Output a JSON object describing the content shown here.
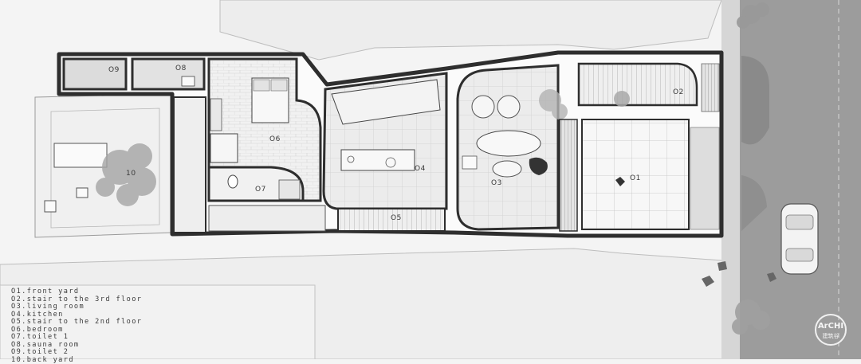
{
  "rooms": {
    "r01": "O1",
    "r02": "O2",
    "r03": "O3",
    "r04": "O4",
    "r05": "O5",
    "r06": "O6",
    "r07": "O7",
    "r08": "O8",
    "r09": "O9",
    "r10": "10"
  },
  "legend": [
    "O1.front yard",
    "O2.stair to the 3rd floor",
    "O3.living room",
    "O4.kitchen",
    "O5.stair to the 2nd floor",
    "O6.bedroom",
    "O7.toilet 1",
    "O8.sauna room",
    "O9.toilet 2",
    "10.back yard"
  ],
  "watermark": {
    "logo_text": "ArCHI",
    "caption": "建筑谷"
  },
  "colors": {
    "wall": "#2e2e2e",
    "neighbor": "#ececec",
    "street": "#9a9a9a",
    "tree": "#9c9c9c"
  }
}
